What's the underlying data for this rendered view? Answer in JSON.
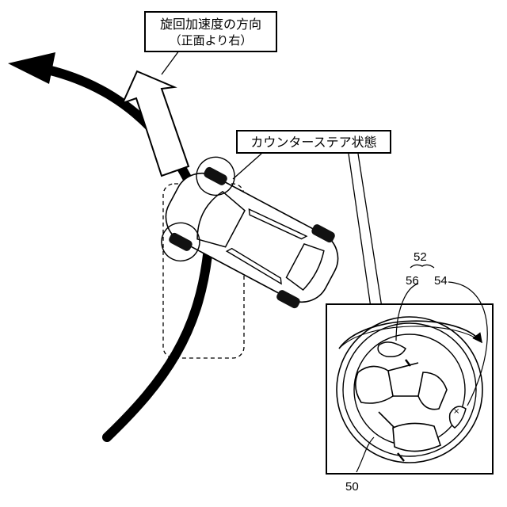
{
  "callouts": {
    "direction_line1": "旋回加速度の方向",
    "direction_line2": "（正面より右）",
    "countersteer": "カウンターステア状態"
  },
  "numbers": {
    "steering_wheel_group": "52",
    "part_56": "56",
    "part_54": "54",
    "steering_wheel": "50"
  },
  "colors": {
    "ink": "#000000",
    "paper": "#ffffff"
  }
}
